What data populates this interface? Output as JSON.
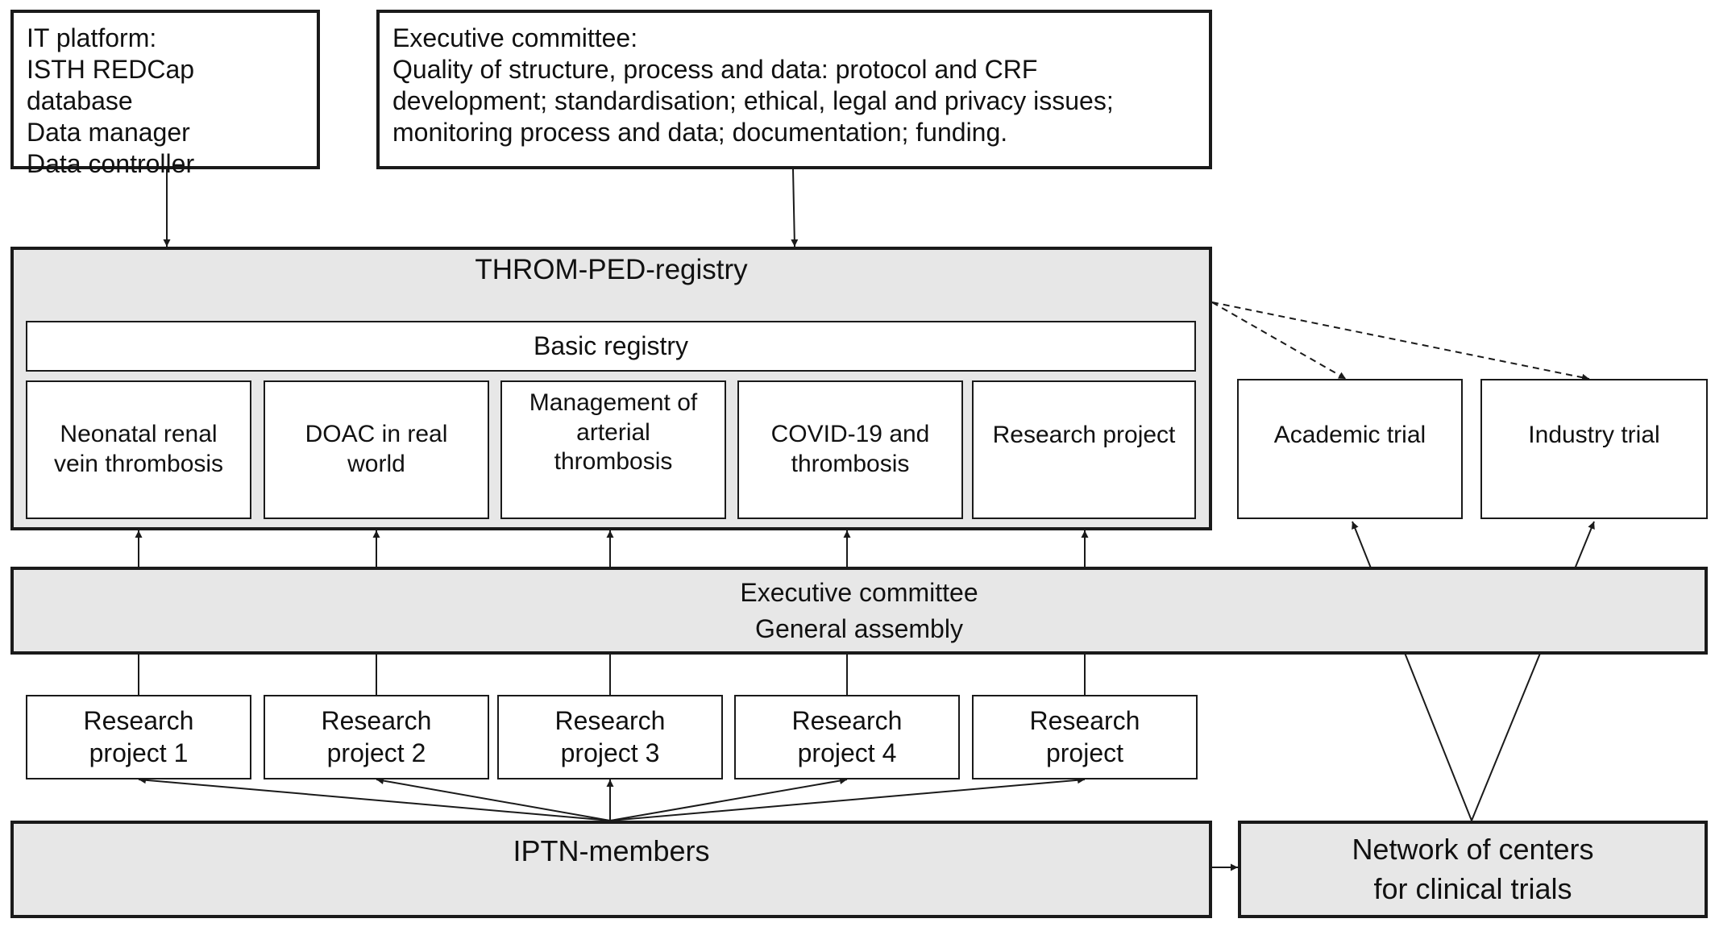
{
  "it_platform": {
    "lines": [
      "IT platform:",
      "ISTH REDCap database",
      "Data manager",
      "Data controller"
    ]
  },
  "executive_top": {
    "lines": [
      "Executive committee:",
      "Quality of structure, process and data: protocol and CRF",
      "development; standardisation; ethical, legal and privacy issues;",
      "monitoring process and data; documentation; funding."
    ]
  },
  "registry": {
    "title": "THROM-PED-registry",
    "basic": "Basic registry",
    "modules": [
      [
        "Neonatal renal",
        "vein thrombosis"
      ],
      [
        "DOAC in real",
        "world"
      ],
      [
        "Management of",
        "arterial",
        "thrombosis"
      ],
      [
        "COVID-19 and",
        "thrombosis"
      ],
      [
        "Research project"
      ]
    ]
  },
  "trials": {
    "academic": "Academic trial",
    "industry": "Industry trial"
  },
  "governance": {
    "line1": "Executive committee",
    "line2": "General assembly"
  },
  "projects": [
    [
      "Research",
      "project 1"
    ],
    [
      "Research",
      "project 2"
    ],
    [
      "Research",
      "project 3"
    ],
    [
      "Research",
      "project 4"
    ],
    [
      "Research",
      "project"
    ]
  ],
  "iptn": "IPTN-members",
  "network": {
    "line1": "Network of centers",
    "line2": "for clinical trials"
  }
}
